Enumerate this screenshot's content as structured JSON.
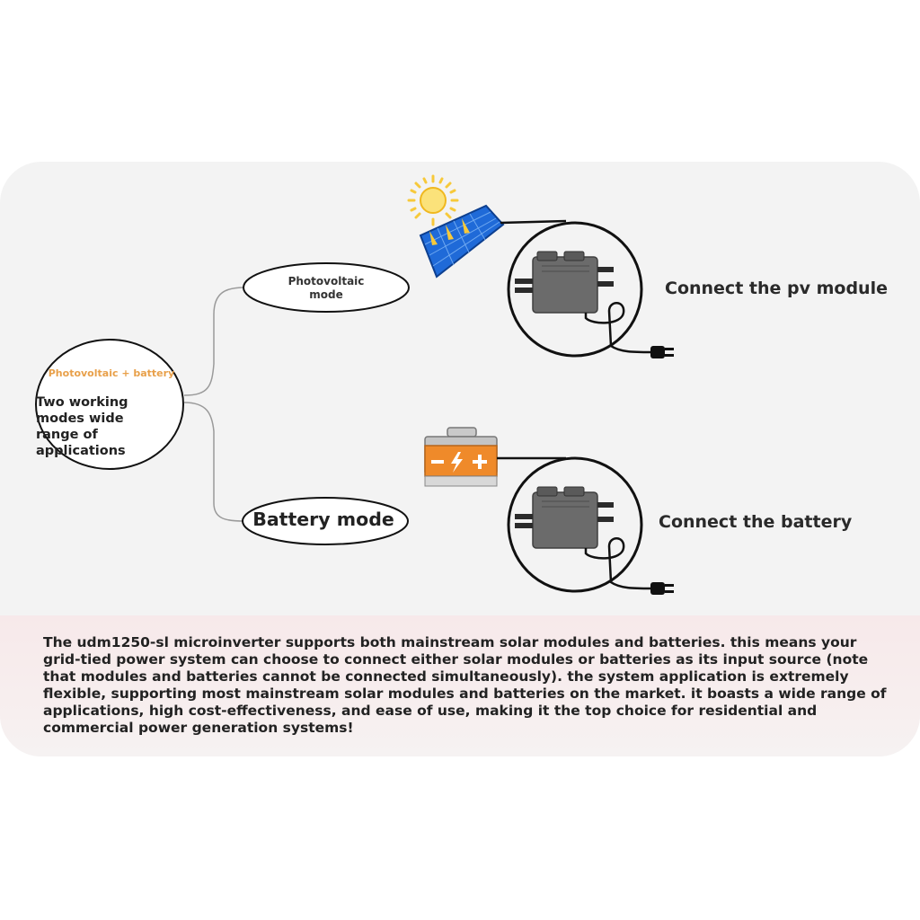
{
  "diagram": {
    "center_node": {
      "tag": "Photovoltaic + battery",
      "text": "Two working modes wide range of applications"
    },
    "pv_node": {
      "text": "Photovoltaic mode"
    },
    "battery_node": {
      "text": "Battery mode"
    },
    "pv_label": "Connect the pv module",
    "battery_label": "Connect the battery"
  },
  "description": "The udm1250-sl microinverter supports both mainstream solar modules and batteries. this means your grid-tied power system can choose to connect either solar modules or batteries as its input source (note that modules and batteries cannot be connected simultaneously). the system application is extremely flexible, supporting most mainstream solar modules and batteries on the market. it boasts a wide range of applications, high cost-effectiveness, and ease of use, making it the top choice for residential and commercial power generation systems!",
  "colors": {
    "accent_orange": "#e8a04a",
    "battery_orange": "#ef8a2a",
    "panel_blue": "#1f6ad8",
    "sun_yellow": "#f7c93a",
    "inverter_gray": "#6b6b6b"
  },
  "icons": [
    "sun-icon",
    "solar-panel-icon",
    "battery-icon",
    "microinverter-icon",
    "plug-icon"
  ]
}
